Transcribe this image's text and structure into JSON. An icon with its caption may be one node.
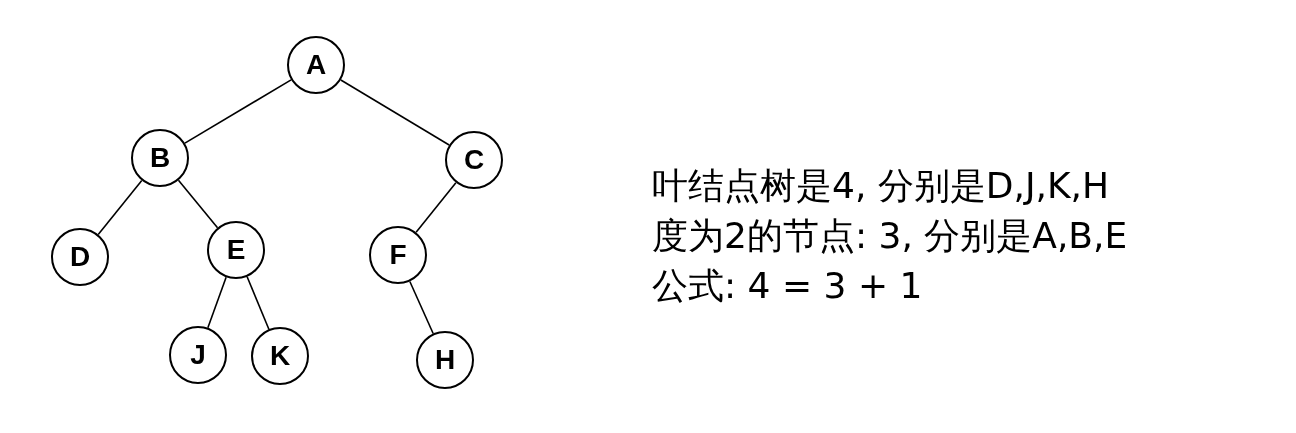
{
  "diagram": {
    "nodes": [
      {
        "text": [
          "A"
        ]
      },
      {
        "text": [
          "B"
        ]
      },
      {
        "text": [
          "C"
        ]
      },
      {
        "text": [
          "D"
        ]
      },
      {
        "text": [
          "E"
        ]
      },
      {
        "text": [
          "F"
        ]
      },
      {
        "text": [
          "J"
        ]
      },
      {
        "text": [
          "K"
        ]
      },
      {
        "text": [
          "H"
        ]
      }
    ],
    "edges": [
      {
        "from": 0,
        "to": 1,
        "arrow": "none"
      },
      {
        "from": 0,
        "to": 2,
        "arrow": "none"
      },
      {
        "from": 1,
        "to": 3,
        "arrow": "none"
      },
      {
        "from": 1,
        "to": 4,
        "arrow": "none"
      },
      {
        "from": 2,
        "to": 5,
        "arrow": "none"
      },
      {
        "from": 4,
        "to": 6,
        "arrow": "none"
      },
      {
        "from": 4,
        "to": 7,
        "arrow": "none"
      },
      {
        "from": 5,
        "to": 8,
        "arrow": "none"
      }
    ],
    "labels": [
      "叶结点树是4, 分别是D,J,K,H",
      "度为2的节点: 3, 分别是A,B,E",
      "公式: 4 = 3 + 1"
    ]
  }
}
